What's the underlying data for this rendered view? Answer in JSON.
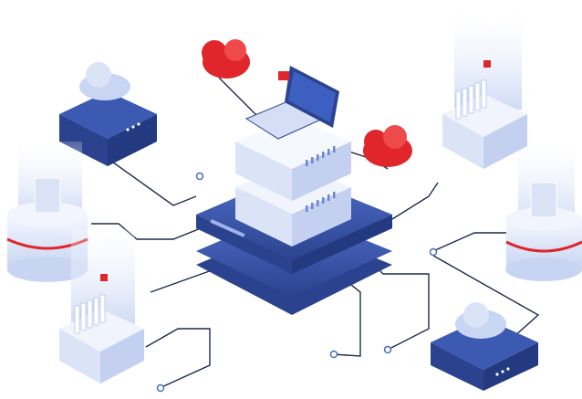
{
  "palette": {
    "navy": "#2f4a9c",
    "blue": "#4a6cc7",
    "light_blue": "#c9d6f3",
    "pale": "#e9eefb",
    "red": "#e0262b",
    "line": "#1e2a4a"
  },
  "illustration": {
    "theme": "isometric-network-servers",
    "objects": [
      "central-server-stack",
      "laptop-icon",
      "cloud-server-top-left",
      "cloud-server-bottom-right",
      "database-left",
      "database-right",
      "storage-rack-top-right",
      "storage-rack-bottom-left",
      "red-cloud-left",
      "red-cloud-right"
    ]
  }
}
